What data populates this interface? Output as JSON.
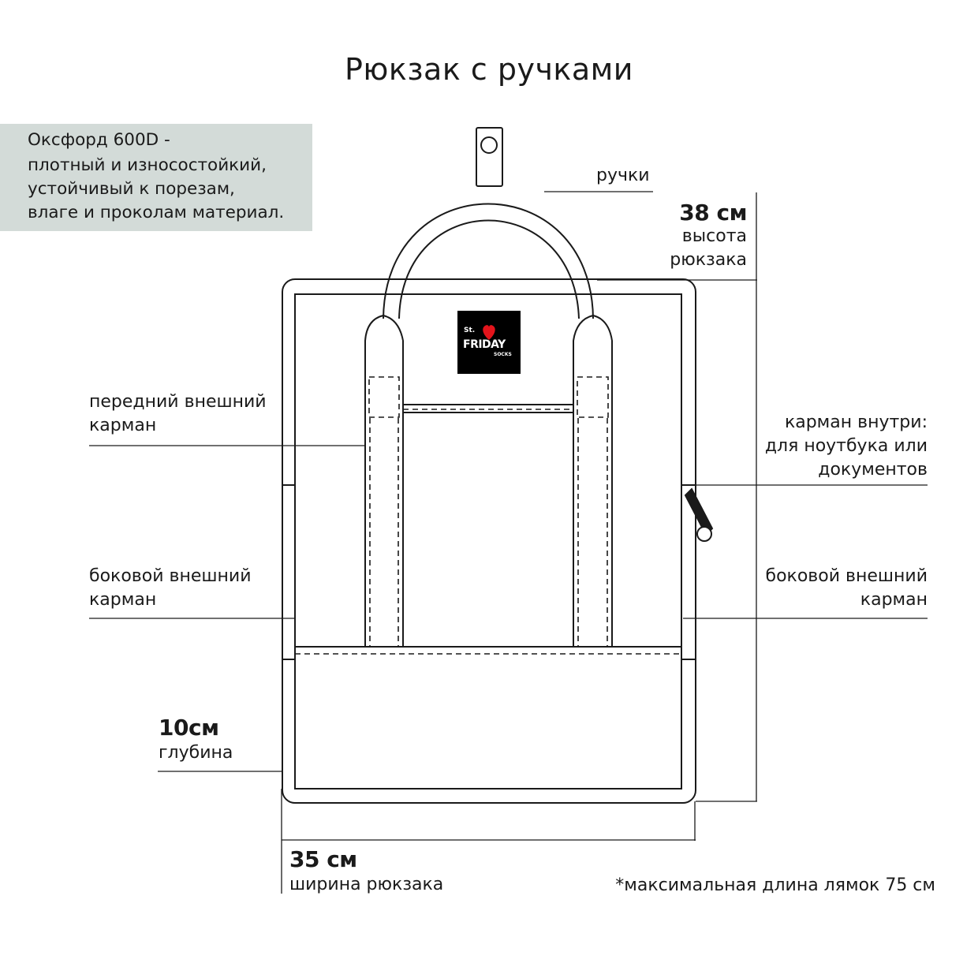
{
  "title": "Рюкзак с ручками",
  "material": {
    "lines": [
      "Оксфорд 600D -",
      "плотный и износостойкий,",
      "устойчивый к порезам,",
      "влаге и проколам материал."
    ]
  },
  "labels": {
    "handles": "ручки",
    "height_value": "38 см",
    "height_line1": "высота",
    "height_line2": "рюкзака",
    "front_pocket_line1": "передний внешний",
    "front_pocket_line2": "карман",
    "inner_pocket_line1": "карман внутри:",
    "inner_pocket_line2": "для ноутбука или",
    "inner_pocket_line3": "документов",
    "side_pocket_left_line1": "боковой внешний",
    "side_pocket_left_line2": "карман",
    "side_pocket_right_line1": "боковой внешний",
    "side_pocket_right_line2": "карман",
    "depth_value": "10см",
    "depth_label": "глубина",
    "width_value": "35 см",
    "width_label": "ширина рюкзака"
  },
  "footnote": "*максимальная длина лямок 75 см",
  "logo": {
    "line1": "St.",
    "line2": "FRIDAY",
    "line3": "SOCKS",
    "heart_color": "#e3141b",
    "background": "#000000"
  },
  "colors": {
    "stroke": "#1a1a1a",
    "material_box": "#d3dbd8"
  }
}
